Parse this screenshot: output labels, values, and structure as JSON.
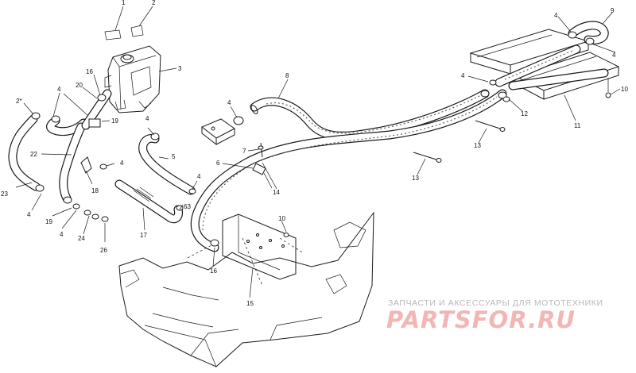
{
  "callouts": [
    {
      "id": "c1",
      "text": "1"
    },
    {
      "id": "c2",
      "text": "2"
    },
    {
      "id": "c3",
      "text": "3"
    },
    {
      "id": "c4a",
      "text": "4"
    },
    {
      "id": "c16a",
      "text": "16"
    },
    {
      "id": "c20",
      "text": "20"
    },
    {
      "id": "c19a",
      "text": "19"
    },
    {
      "id": "c2s",
      "text": "2*"
    },
    {
      "id": "c22",
      "text": "22"
    },
    {
      "id": "c23",
      "text": "23"
    },
    {
      "id": "c4b",
      "text": "4"
    },
    {
      "id": "c19b",
      "text": "19"
    },
    {
      "id": "c4c",
      "text": "4"
    },
    {
      "id": "c24",
      "text": "24"
    },
    {
      "id": "c26",
      "text": "26"
    },
    {
      "id": "c18",
      "text": "18"
    },
    {
      "id": "c4d",
      "text": "4"
    },
    {
      "id": "c4e",
      "text": "4"
    },
    {
      "id": "c5",
      "text": "5"
    },
    {
      "id": "c17",
      "text": "17"
    },
    {
      "id": "c63",
      "text": "63"
    },
    {
      "id": "c4f",
      "text": "4"
    },
    {
      "id": "c8",
      "text": "8"
    },
    {
      "id": "c4g",
      "text": "4"
    },
    {
      "id": "c7",
      "text": "7"
    },
    {
      "id": "c6",
      "text": "6"
    },
    {
      "id": "c14",
      "text": "14"
    },
    {
      "id": "c13a",
      "text": "13"
    },
    {
      "id": "c13b",
      "text": "13"
    },
    {
      "id": "c10a",
      "text": "10"
    },
    {
      "id": "c16b",
      "text": "16"
    },
    {
      "id": "c15",
      "text": "15"
    },
    {
      "id": "c4h",
      "text": "4"
    },
    {
      "id": "c12",
      "text": "12"
    },
    {
      "id": "c11",
      "text": "11"
    },
    {
      "id": "c10b",
      "text": "10"
    },
    {
      "id": "c4i",
      "text": "4"
    },
    {
      "id": "c9",
      "text": "9"
    },
    {
      "id": "c4j",
      "text": "4"
    }
  ],
  "watermark": {
    "tagline": "ЗАПЧАСТИ И АКСЕССУАРЫ ДЛЯ МОТОТЕХНИКИ",
    "logo": "PARTSFOR.RU"
  },
  "colors": {
    "line": "#1a1a1a",
    "watermark_text": "#b8b8b8",
    "watermark_logo": "#f2b6b4"
  }
}
